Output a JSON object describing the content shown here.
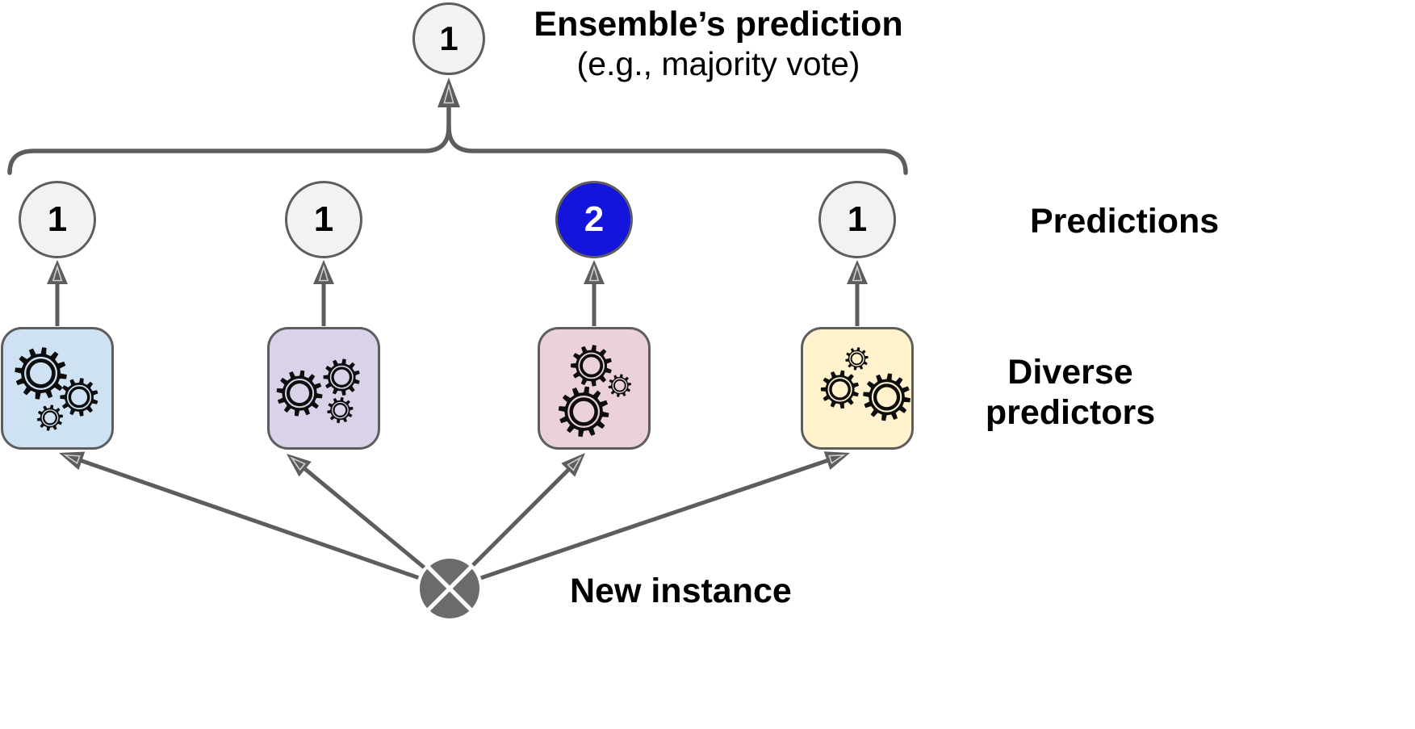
{
  "title": {
    "line1": "Ensemble’s prediction",
    "line2": "(e.g., majority vote)"
  },
  "ensemble_node": {
    "value": "1"
  },
  "predictions": {
    "label": "Predictions",
    "values": [
      "1",
      "1",
      "2",
      "1"
    ],
    "highlight_index": 2
  },
  "diverse_predictors": {
    "line1": "Diverse",
    "line2": "predictors"
  },
  "new_instance": {
    "label": "New instance"
  },
  "colors": {
    "line": "#5d5d5d",
    "node_border": "#5d5d5d",
    "node_fill": "#f2f2f2",
    "highlight_fill": "#1414dd",
    "highlight_text": "#ffffff",
    "predictor_fills": [
      "#cfe2f3",
      "#d9d2e9",
      "#ead1dc",
      "#fff2cc"
    ],
    "gear_color": "#0d0d0d",
    "new_instance_fill": "#6b6b6b"
  }
}
